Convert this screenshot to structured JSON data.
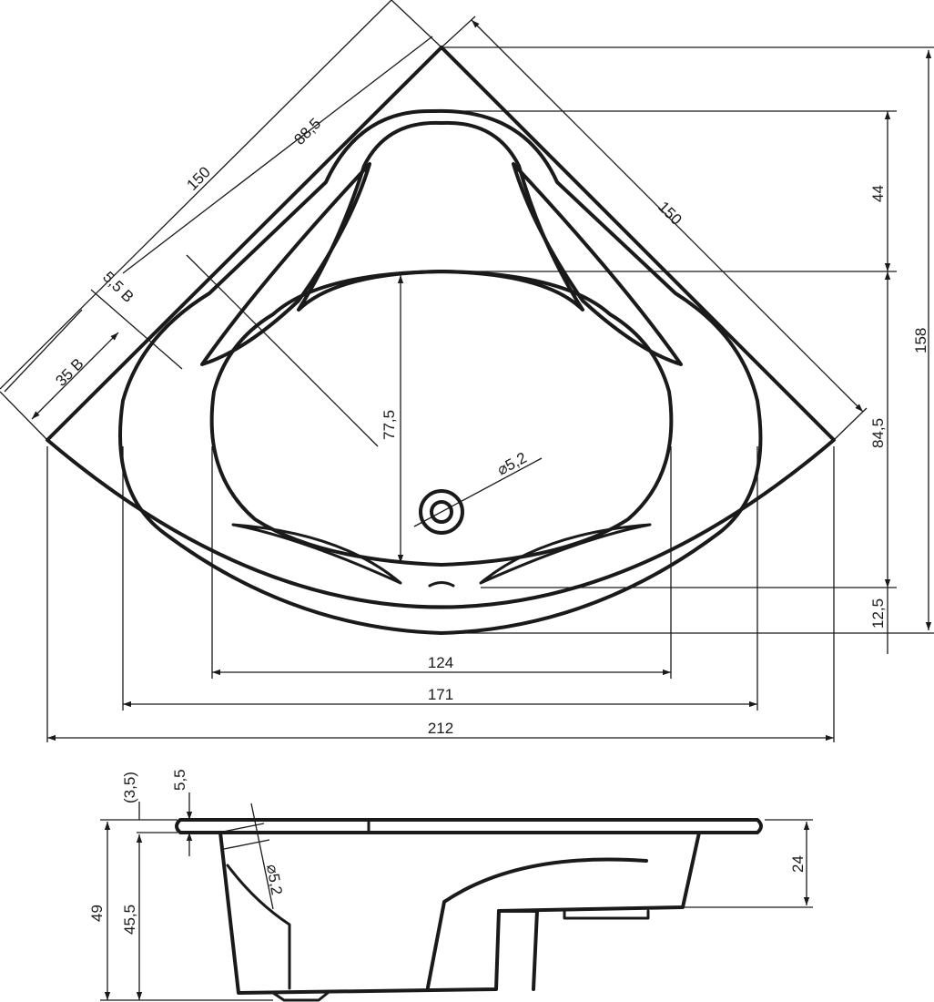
{
  "top_view": {
    "dim_diag_left_outer": "150",
    "dim_diag_left_inner": "88,5",
    "dim_diag_right": "150",
    "dim_rim_width": "5,5 B",
    "dim_corner_cut": "35 B",
    "dim_depth_basin": "77,5",
    "dim_drain": "⌀5,2",
    "dim_right_44": "44",
    "dim_right_84": "84,5",
    "dim_right_12": "12,5",
    "dim_right_total": "158",
    "dim_width_124": "124",
    "dim_width_171": "171",
    "dim_width_212": "212"
  },
  "side_view": {
    "dim_35": "(3,5)",
    "dim_55": "5,5",
    "dim_49": "49",
    "dim_455": "45,5",
    "dim_drain": "⌀5,2",
    "dim_24": "24"
  }
}
